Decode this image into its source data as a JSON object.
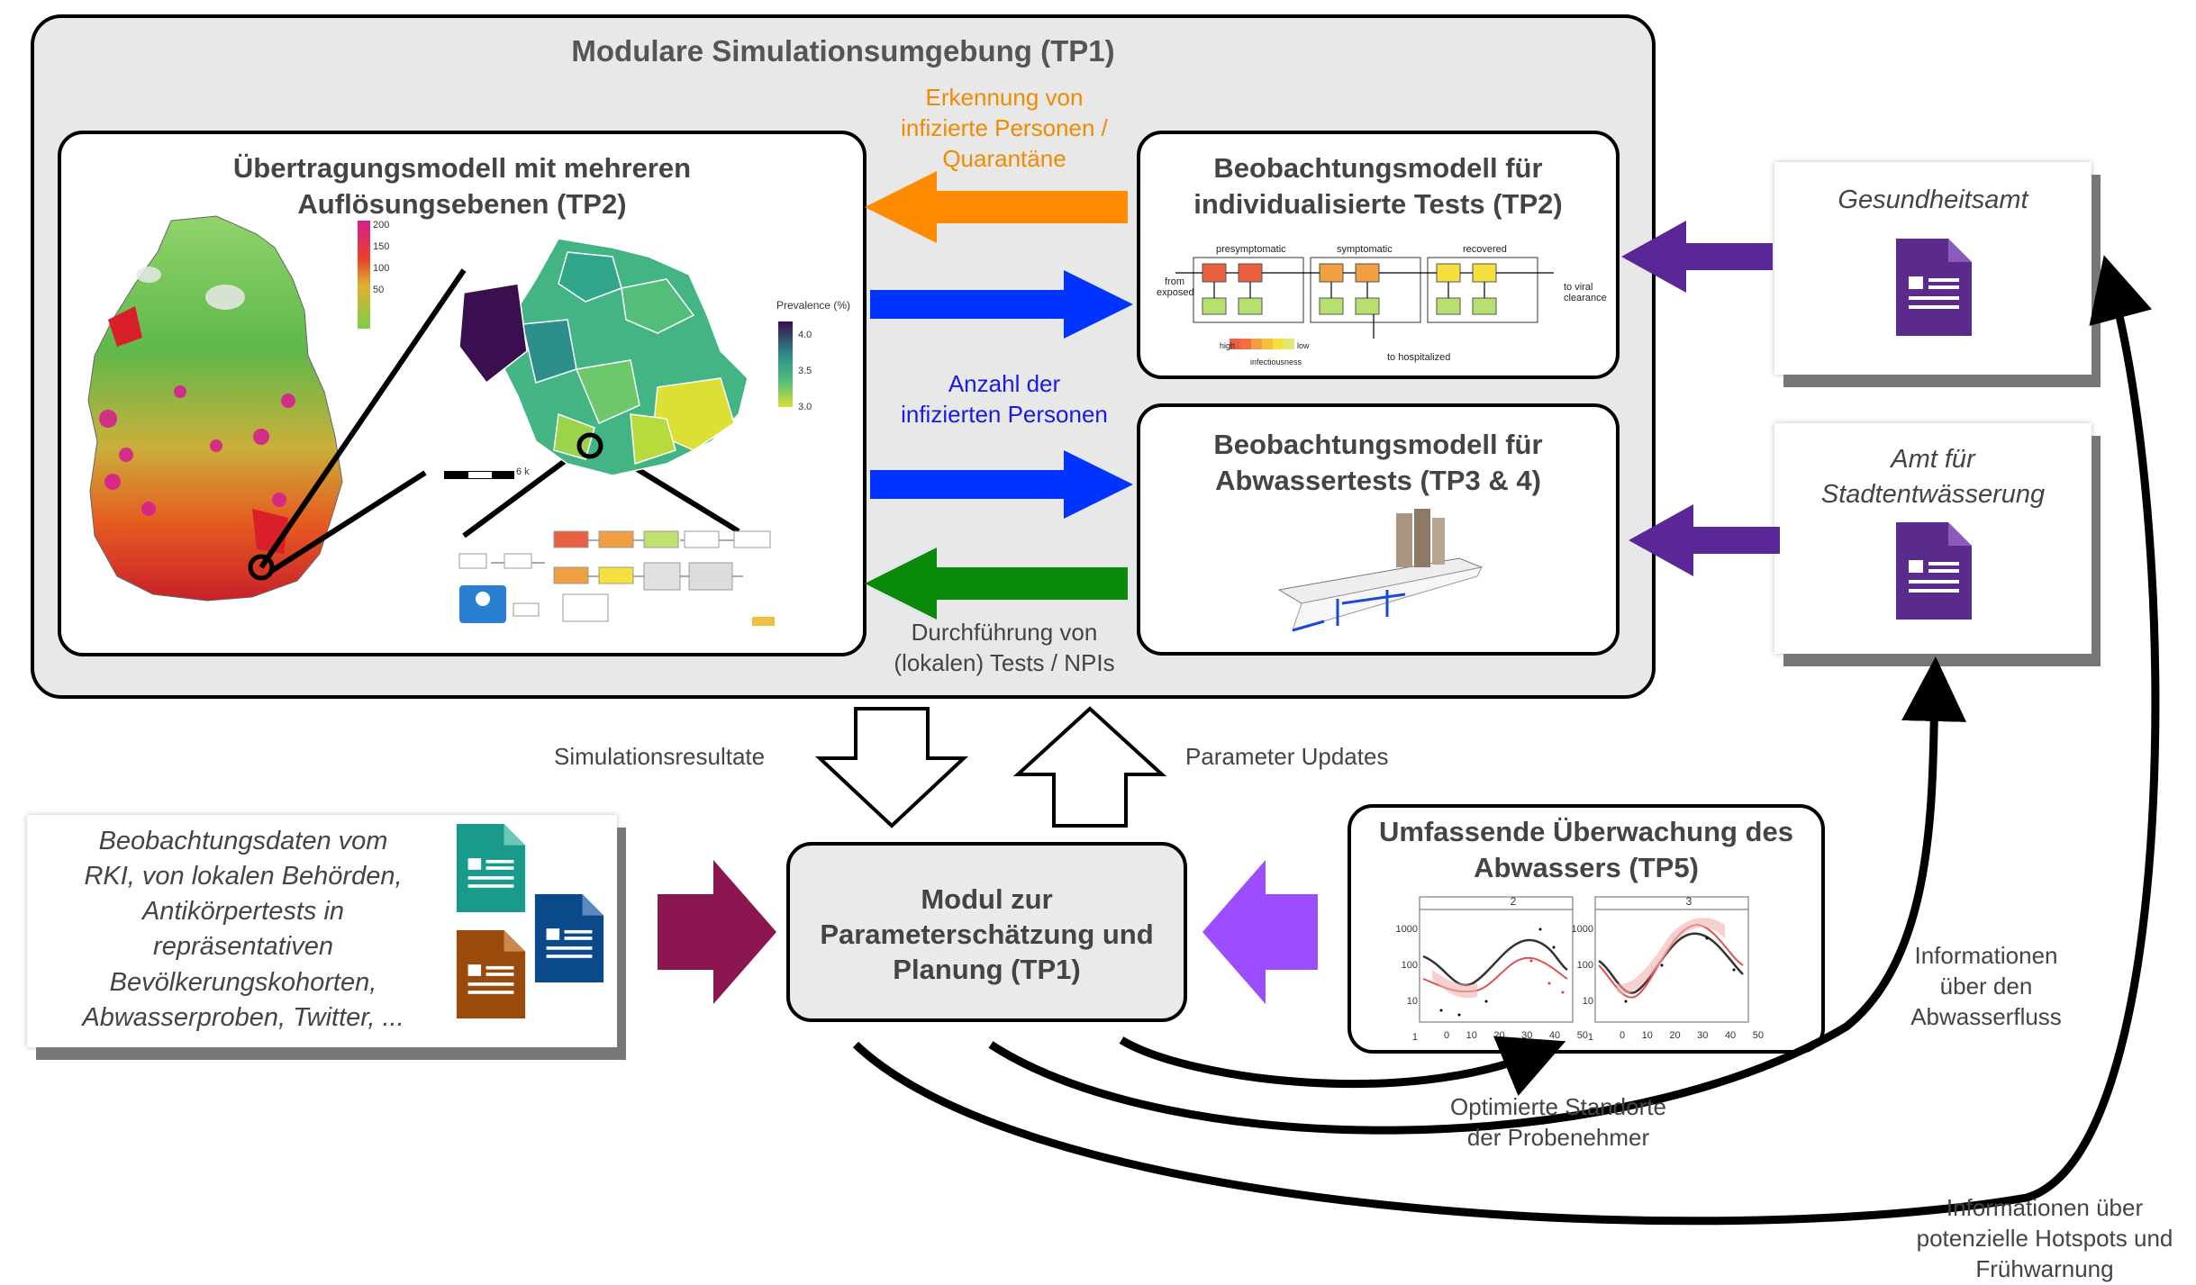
{
  "outer": {
    "title": "Modulare Simulationsumgebung  (TP1)"
  },
  "transmission": {
    "title_line1": "Übertragungsmodell mit mehreren",
    "title_line2": "Auflösungsebenen (TP2)",
    "germany_scale": [
      "200",
      "150",
      "100",
      "50"
    ],
    "prevalence_label": "Prevalence (%)",
    "prevalence_ticks": [
      "4.0",
      "3.5",
      "3.0"
    ],
    "scale_bar_text": "6 k"
  },
  "individual_tests": {
    "title_line1": "Beobachtungsmodell für",
    "title_line2": "individualisierte Tests (TP2)",
    "stages": [
      "presymptomatic",
      "symptomatic",
      "recovered"
    ],
    "from_label": "from exposed",
    "to_viral": "to viral clearance",
    "to_hosp": "to hospitalized",
    "infectiousness": "infectiousness",
    "high": "high",
    "low": "low"
  },
  "wastewater_model": {
    "title_line1": "Beobachtungsmodell für",
    "title_line2": "Abwassertests (TP3 & 4)"
  },
  "arrow_labels": {
    "detection": [
      "Erkennung von",
      "infizierte Personen /",
      "Quarantäne"
    ],
    "infected_count": [
      "Anzahl der",
      "infizierten Personen"
    ],
    "tests_npis": [
      "Durchführung von",
      "(lokalen) Tests / NPIs"
    ],
    "sim_results": "Simulationsresultate",
    "param_updates": "Parameter Updates",
    "optimized_sites": [
      "Optimierte Standorte",
      "der Probenehmer"
    ],
    "flow_info": [
      "Informationen",
      "über den",
      "Abwasserfluss"
    ],
    "hotspot_info": [
      "Informationen über",
      "potenzielle Hotspots und",
      "Frühwarnung"
    ]
  },
  "health_office": {
    "title": "Gesundheitsamt"
  },
  "drainage_office": {
    "title_line1": "Amt für",
    "title_line2": "Stadtentwässerung"
  },
  "observation_data": {
    "lines": [
      "Beobachtungsdaten vom",
      "RKI, von lokalen Behörden,",
      "Antikörpertests in",
      "repräsentativen",
      "Bevölkerungskohorten,",
      "Abwasserproben, Twitter, ..."
    ]
  },
  "param_module": {
    "title_line1": "Modul zur",
    "title_line2": "Parameterschätzung und",
    "title_line3": "Planung (TP1)"
  },
  "monitoring": {
    "title_line1": "Umfassende Überwachung des",
    "title_line2": "Abwassers (TP5)",
    "panels": [
      "2",
      "3"
    ],
    "y_ticks": [
      "1000",
      "100",
      "10",
      "1"
    ],
    "x_ticks": [
      "0",
      "10",
      "20",
      "30",
      "40",
      "50"
    ]
  },
  "colors": {
    "orange_arrow": "#ff8c00",
    "blue_arrow": "#0033ff",
    "green_arrow": "#0a8a0a",
    "purple_arrow": "#5b2796",
    "maroon_arrow": "#8b1650",
    "violet_arrow": "#9b4dff",
    "doc_purple": "#5a2a8c",
    "doc_teal": "#1a9a8a",
    "doc_blue": "#0a4a8a",
    "doc_brown": "#9a4a0a"
  }
}
